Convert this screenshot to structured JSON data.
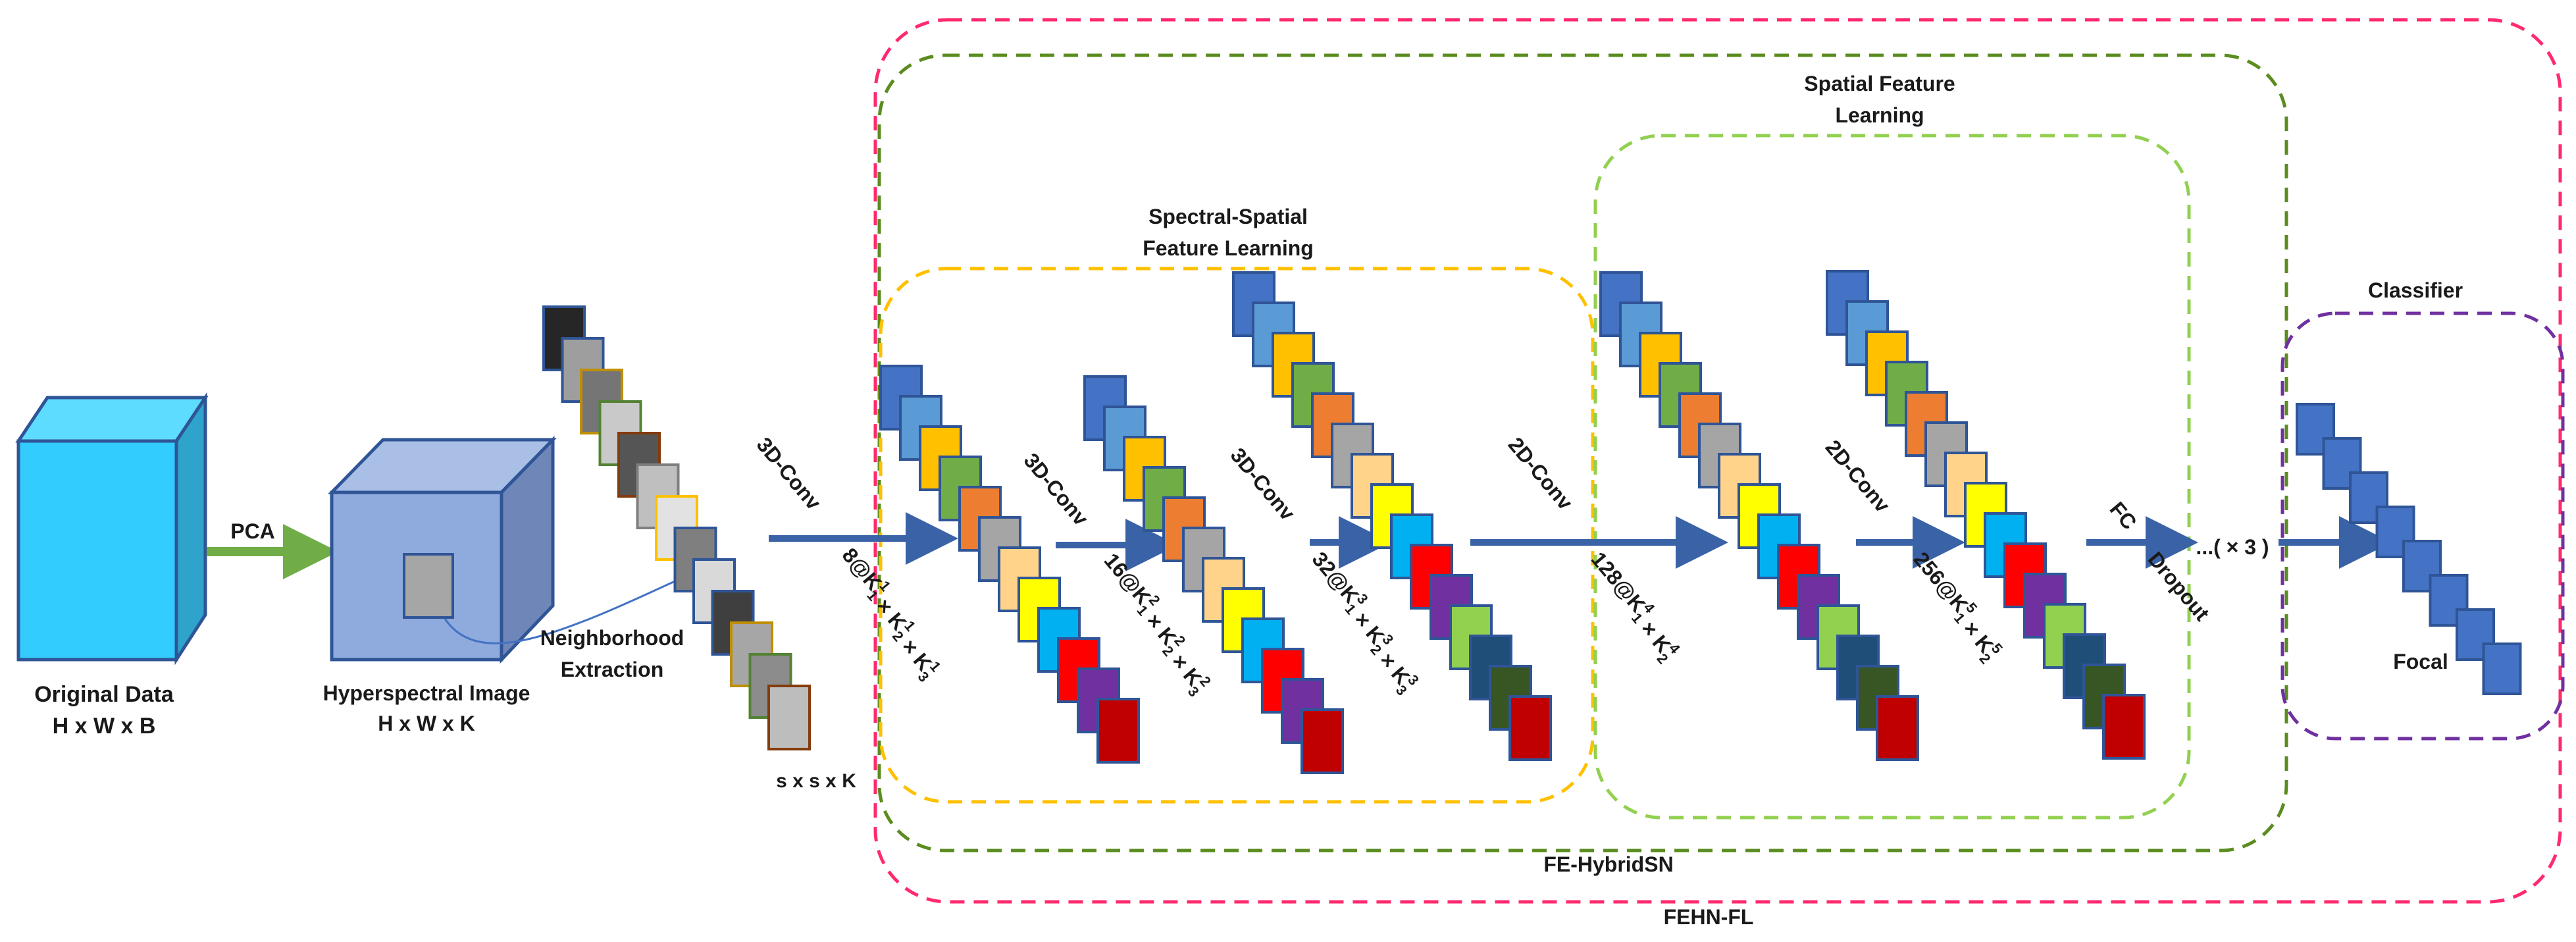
{
  "labels": {
    "original_line1": "Original Data",
    "original_line2": "H x W x B",
    "pca": "PCA",
    "hyper_line1": "Hyperspectral Image",
    "hyper_line2": "H x W x K",
    "neighborhood_line1": "Neighborhood",
    "neighborhood_line2": "Extraction",
    "sxsxk": "s x s x K",
    "ss_line1": "Spectral-Spatial",
    "ss_line2": "Feature Learning",
    "spatial_line1": "Spatial Feature",
    "spatial_line2": "Learning",
    "classifier": "Classifier",
    "focal": "Focal",
    "fe_hybridsn": "FE-HybridSN",
    "fehn_fl": "FEHN-FL",
    "repeat": "...( × 3 )"
  },
  "convs": {
    "c1": "3D-Conv",
    "c2": "3D-Conv",
    "c3": "3D-Conv",
    "c4": "2D-Conv",
    "c5": "2D-Conv",
    "fc": "FC",
    "dropout": "Dropout"
  },
  "dims": {
    "d1": {
      "pre": "8@K",
      "t1": [
        "1",
        "1"
      ],
      "t2": [
        "2",
        "1"
      ],
      "t3": [
        "3",
        "1"
      ]
    },
    "d2": {
      "pre": "16@K",
      "t1": [
        "1",
        "2"
      ],
      "t2": [
        "2",
        "2"
      ],
      "t3": [
        "3",
        "2"
      ]
    },
    "d3": {
      "pre": "32@K",
      "t1": [
        "1",
        "3"
      ],
      "t2": [
        "2",
        "3"
      ],
      "t3": [
        "3",
        "3"
      ]
    },
    "d4": {
      "pre": "128@K",
      "t1": [
        "1",
        "4"
      ],
      "t2": [
        "2",
        "4"
      ]
    },
    "d5": {
      "pre": "256@K",
      "t1": [
        "1",
        "5"
      ],
      "t2": [
        "2",
        "5"
      ]
    }
  },
  "colors": {
    "cube_front": "#33ccff",
    "cube_side": "#2ea3cc",
    "cube_top": "#5ddcff",
    "hyper_front": "#8faadc",
    "hyper_side": "#6f87b8",
    "hyper_top": "#a9bfe6",
    "arrow_blue": "#3a62a7",
    "arrow_green": "#70ad47",
    "box_fehn": "#ff2a6d",
    "box_fe": "#5b8c1f",
    "box_ss": "#ffc000",
    "box_spatial": "#92d050",
    "box_classifier": "#7030a0",
    "focal_block": "#4472c4"
  },
  "icons": {
    "cube": "cube-icon",
    "arrow": "arrow-right-icon"
  }
}
